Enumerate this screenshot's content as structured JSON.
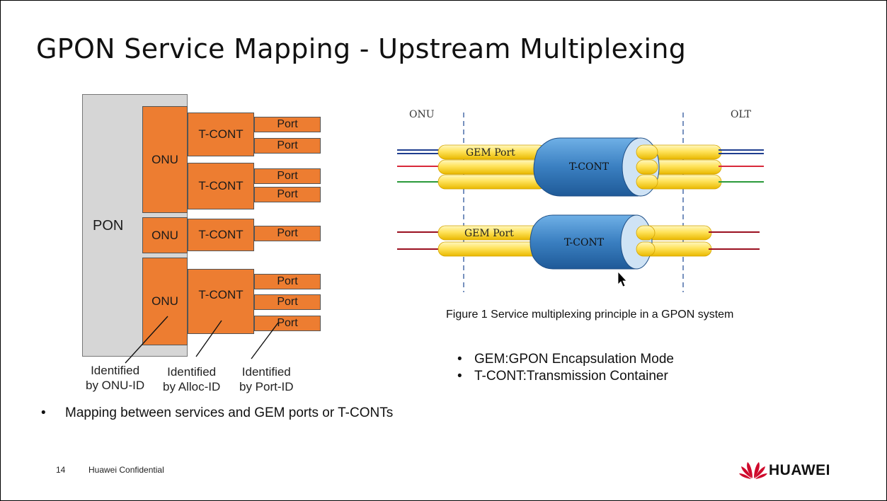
{
  "slide": {
    "title": "GPON Service Mapping - Upstream Multiplexing",
    "page_number": "14",
    "confidential": "Huawei Confidential",
    "brand": "HUAWEI"
  },
  "left_diagram": {
    "pon_label": "PON",
    "onu_label": "ONU",
    "tcont_label": "T-CONT",
    "port_label": "Port",
    "identifiers": [
      {
        "line1": "Identified",
        "line2": "by ONU-ID"
      },
      {
        "line1": "Identified",
        "line2": "by Alloc-ID"
      },
      {
        "line1": "Identified",
        "line2": "by Port-ID"
      }
    ]
  },
  "right_diagram": {
    "onu_label": "ONU",
    "olt_label": "OLT",
    "gem_port_label": "GEM Port",
    "tcont_label": "T-CONT",
    "caption": "Figure 1 Service multiplexing  principle in a GPON system",
    "colors": {
      "fiber_yellow": "#ffe35a",
      "tcont_blue": "#3a7fc1",
      "line_blue": "#1f3e8f",
      "line_red": "#d8283a",
      "line_green": "#2a9a3a",
      "line_darkred": "#9a1020"
    }
  },
  "bullets": {
    "left": [
      "Mapping between services and GEM ports or T-CONTs"
    ],
    "right": [
      "GEM:GPON Encapsulation Mode",
      "T-CONT:Transmission Container"
    ]
  },
  "colors": {
    "orange": "#ed7d31",
    "pon_gray": "#d6d6d6",
    "huawei_red": "#cf0a2c"
  }
}
